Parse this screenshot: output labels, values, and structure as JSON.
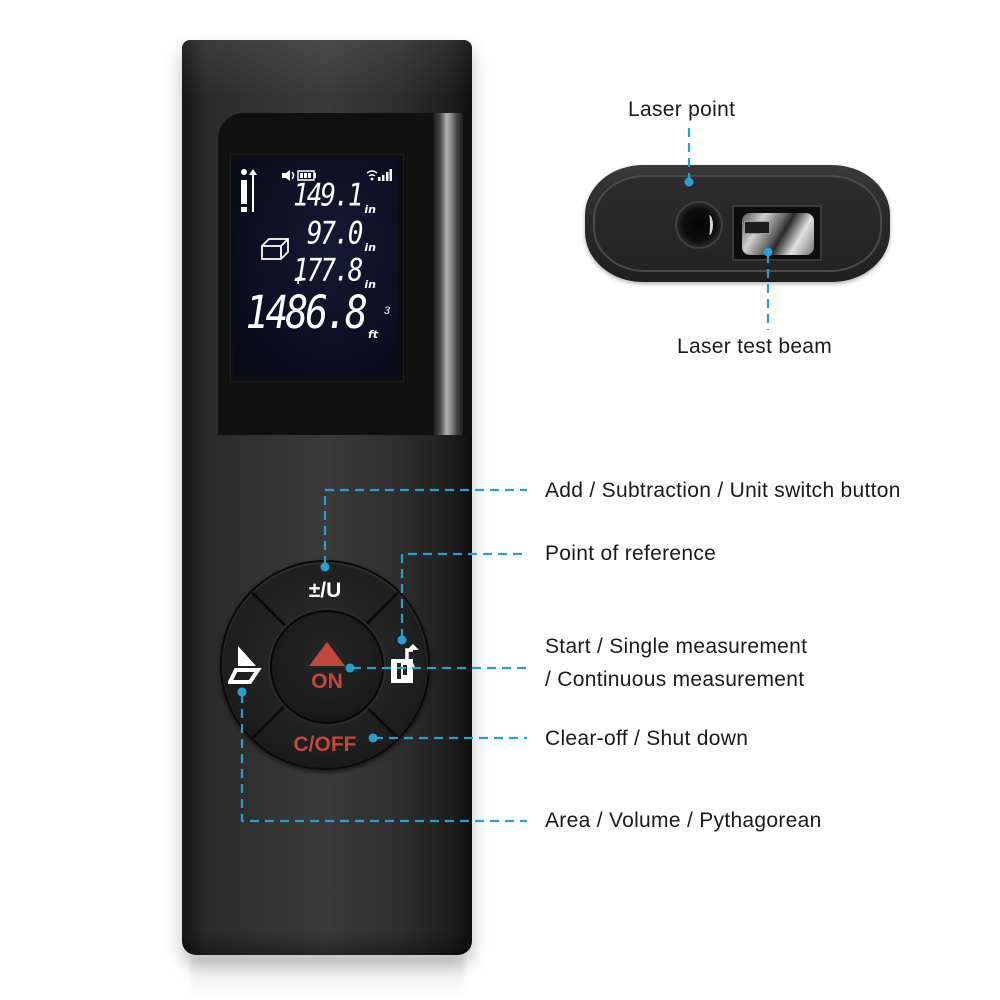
{
  "device": {
    "lcd": {
      "status_icons": [
        "tape-measure-reference-icon",
        "speaker-icon",
        "battery-icon",
        "signal-icon"
      ],
      "rows": [
        {
          "value": "149.1",
          "unit": "in"
        },
        {
          "value": "97.0",
          "unit": "in"
        },
        {
          "value": "177.8",
          "unit": "in"
        }
      ],
      "mode_icon": "volume-box-icon",
      "operator": "+",
      "result": {
        "value": "1486.8",
        "unit": "ft",
        "superscript": "3"
      }
    },
    "keypad": {
      "top_key": "±/U",
      "center_key": "ON",
      "bottom_key": "C/OFF",
      "left_key_icon": "area-volume-icon",
      "right_key_icon": "reference-point-icon"
    }
  },
  "end_view": {
    "label_top": "Laser point",
    "label_bottom": "Laser test beam"
  },
  "callouts": [
    {
      "id": "add-subtraction-unit",
      "label": "Add / Subtraction / Unit switch button"
    },
    {
      "id": "point-of-reference",
      "label": "Point of reference"
    },
    {
      "id": "start-measurement",
      "label_line1": "Start / Single measurement",
      "label_line2": "/ Continuous measurement"
    },
    {
      "id": "clear-off",
      "label": "Clear-off / Shut down"
    },
    {
      "id": "area-volume",
      "label": "Area / Volume / Pythagorean"
    }
  ],
  "colors": {
    "callout_line": "#2a9fcf",
    "device_body": "#2e2e2e",
    "accent_red": "#c0483d",
    "lcd_background": "#0a0d1e"
  }
}
